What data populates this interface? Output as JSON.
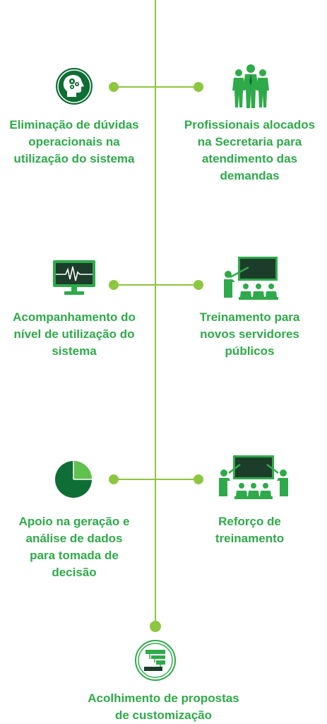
{
  "colors": {
    "green": "#2faa4a",
    "dark_green": "#0f6e35",
    "light_green": "#5fc14e",
    "line": "#8dc63f",
    "screen": "#1b3d2a"
  },
  "items": [
    {
      "label": "Eliminação de dúvidas\noperacionais na\nutilização do sistema",
      "icon": "head-gears-icon"
    },
    {
      "label": "Profissionais alocados\nna Secretaria para\natendimento das\ndemandas",
      "icon": "team-icon"
    },
    {
      "label": "Acompanhamento do\nnível de utilização do\nsistema",
      "icon": "monitor-pulse-icon"
    },
    {
      "label": "Treinamento para\nnovos servidores\npúblicos",
      "icon": "presenter-class-icon"
    },
    {
      "label": "Apoio na geração e\nanálise de dados\npara tomada de\ndecisão",
      "icon": "pie-chart-icon"
    },
    {
      "label": "Reforço de\ntreinamento",
      "icon": "classroom-icon"
    },
    {
      "label": "Acolhimento de propostas\nde customização",
      "icon": "workflow-icon"
    }
  ]
}
